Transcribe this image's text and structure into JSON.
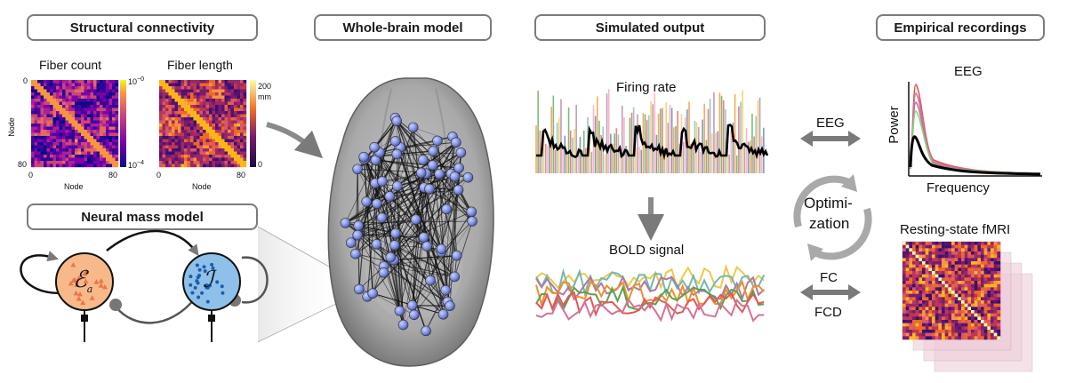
{
  "sections": {
    "structural": "Structural connectivity",
    "whole_brain": "Whole-brain model",
    "simulated": "Simulated output",
    "empirical": "Empirical recordings",
    "neural_mass": "Neural mass model"
  },
  "fiber_count": {
    "title": "Fiber count",
    "axis_top": "0",
    "axis_bottom": "80",
    "x_left": "0",
    "x_right": "80",
    "y_label": "Node",
    "x_label": "Node",
    "cbar_top": "10",
    "cbar_top_exp": "−0",
    "cbar_bottom": "10",
    "cbar_bottom_exp": "−4"
  },
  "fiber_length": {
    "title": "Fiber length",
    "x_left": "0",
    "x_right": "80",
    "x_label": "Node",
    "cbar_top": "200",
    "cbar_unit": "mm",
    "cbar_bottom": "0"
  },
  "neural_mass": {
    "excitatory_symbol": "ℰ",
    "excitatory_sub": "a",
    "inhibitory_symbol": "ℐ"
  },
  "simulated": {
    "firing_rate": "Firing rate",
    "bold_signal": "BOLD signal"
  },
  "links": {
    "eeg": "EEG",
    "fc": "FC",
    "fcd": "FCD",
    "optimization_line1": "Optimi-",
    "optimization_line2": "zation"
  },
  "empirical": {
    "eeg_title": "EEG",
    "power_label": "Power",
    "frequency_label": "Frequency",
    "fmri_title": "Resting-state fMRI"
  },
  "colors": {
    "excitatory_fill": "#f7b98a",
    "inhibitory_fill": "#8ec0ea",
    "node_fill": "#7f8fe0",
    "arrow_gray": "#8a8a8a"
  }
}
